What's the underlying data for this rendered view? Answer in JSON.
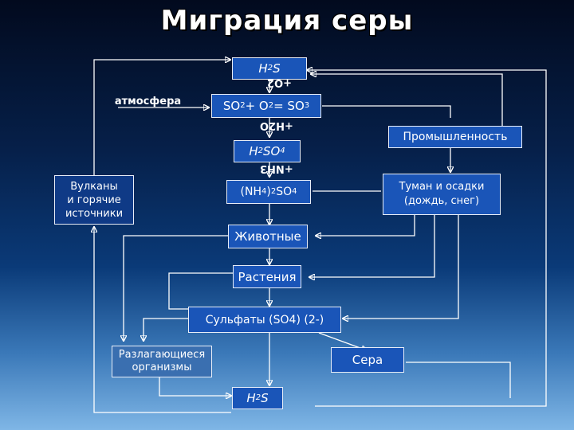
{
  "title": "Миграция серы",
  "nodes": {
    "h2s_top": {
      "pre": "H",
      "sub": "2",
      "post": "S"
    },
    "so2": {
      "p1": "SO",
      "s1": "2",
      "p2": " + O",
      "s2": "2",
      "p3": " = SO",
      "s3": "3"
    },
    "h2so4": {
      "p1": "H",
      "s1": "2",
      "p2": "SO",
      "s2": "4"
    },
    "nh4": {
      "p1": "(NH",
      "s1": "4",
      "p2": " )",
      "s2": "2",
      "p3": "SO",
      "s3": "4"
    },
    "volcanoes": "Вулканы\nи горячие\nисточники",
    "fog": "Туман и осадки\n(дождь, снег)",
    "industry": "Промышленность",
    "animals": "Животные",
    "plants": "Растения",
    "sulfates": "Сульфаты (SO4) (2-)",
    "decomposing": "Разлагающиеся\nорганизмы",
    "sulfur": "Сера",
    "h2s_bottom": {
      "pre": "H",
      "sub": "2",
      "post": "S"
    }
  },
  "labels": {
    "atmosphere": "атмосфера",
    "plus_o2": "+O2",
    "plus_h2o": "+H2O",
    "plus_nh3": "+NH3"
  }
}
